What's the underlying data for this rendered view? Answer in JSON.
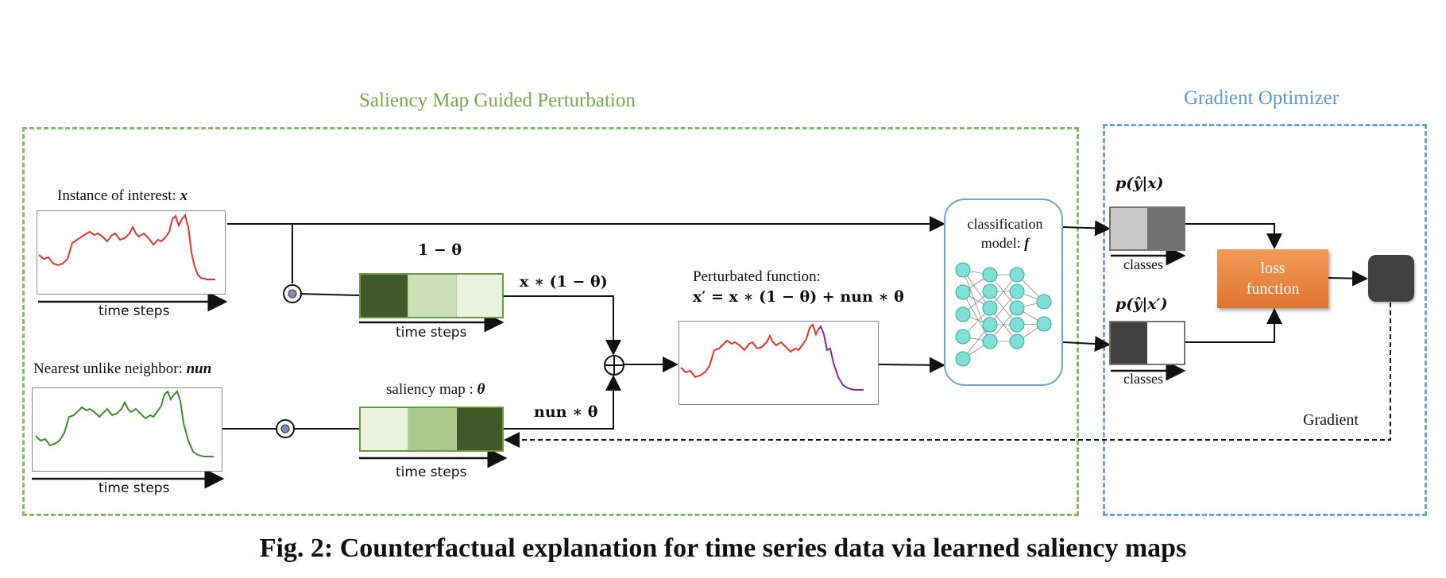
{
  "sections": {
    "perturbation_title": "Saliency Map Guided Perturbation",
    "optimizer_title": "Gradient Optimizer"
  },
  "inputs": {
    "instance_label": "Instance of interest: ",
    "instance_symbol": "x",
    "nun_label": "Nearest unlike neighbor: ",
    "nun_symbol": "nun",
    "time_steps": "time steps"
  },
  "mask": {
    "one_minus_theta": "1 − θ",
    "x_times": "x ∗ (1 − θ)",
    "saliency_label": "saliency map : ",
    "saliency_symbol": "θ",
    "nun_times": "nun ∗ θ",
    "time_steps": "time steps"
  },
  "perturbation": {
    "label": "Perturbated function:",
    "formula": "x′ = x ∗ (1 − θ) + nun ∗ θ"
  },
  "model": {
    "line1": "classification",
    "line2": "model: ",
    "symbol": "f"
  },
  "outputs": {
    "prob_x": "p(ŷ|x)",
    "prob_xp": "p(ŷ|x′)",
    "classes": "classes"
  },
  "loss": {
    "line1": "loss",
    "line2": "function"
  },
  "gradient_label": "Gradient",
  "caption": "Fig. 2: Counterfactual explanation for time series data via learned saliency maps",
  "colors": {
    "green_section": "#8fb866",
    "blue_section": "#6fa3db",
    "series_x": "#e8352a",
    "series_nun": "#3d8f2b",
    "series_changed": "#8a2a8f",
    "neuron": "#7fe0d6",
    "loss": "#e8843c"
  }
}
